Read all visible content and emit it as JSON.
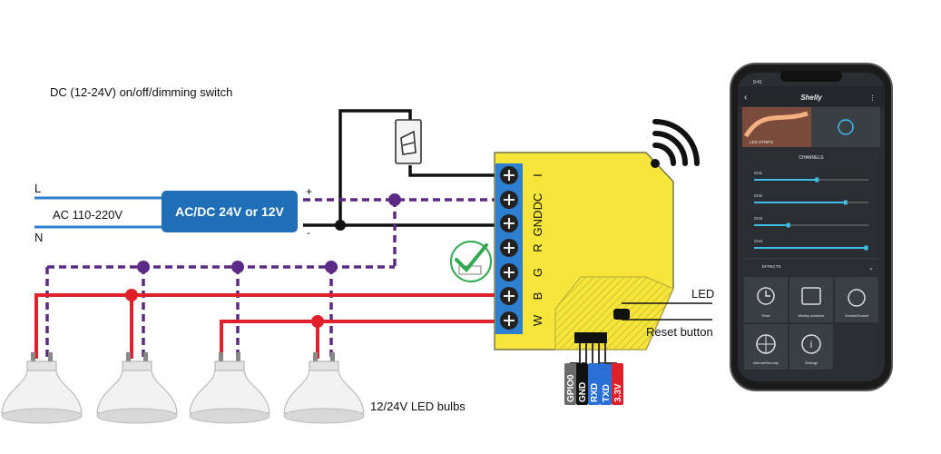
{
  "switch_label": "DC (12-24V) on/off/dimming switch",
  "mains": {
    "l": "L",
    "n": "N",
    "ac": "AC 110-220V"
  },
  "psu": {
    "label": "AC/DC 24V or 12V",
    "plus": "+",
    "minus": "-"
  },
  "terminals": [
    "I",
    "DC",
    "GND",
    "R",
    "G",
    "B",
    "W"
  ],
  "led_label": "LED",
  "reset_label": "Reset button",
  "header_pins": [
    {
      "label": "GPIO0",
      "color": "#6b6b6b"
    },
    {
      "label": "GND",
      "color": "#111111"
    },
    {
      "label": "RXD",
      "color": "#2a6fd6"
    },
    {
      "label": "TXD",
      "color": "#2a6fd6"
    },
    {
      "label": "3.3V",
      "color": "#e0202a"
    }
  ],
  "bulbs_label": "12/24V LED bulbs",
  "colors": {
    "dc_black": "#111111",
    "dc_plus": "#5b2a86",
    "red": "#e0202a",
    "blue": "#2f7fd0",
    "yellow": "#f6e53b",
    "psu": "#1f6fb8"
  },
  "phone": {
    "time": "9:41",
    "brand": "Shelly",
    "tile": "LED STRIPS",
    "section": "CHANNELS",
    "channels": [
      {
        "name": "CH1",
        "level": 0.55
      },
      {
        "name": "CH2",
        "level": 0.8
      },
      {
        "name": "CH3",
        "level": 0.3
      },
      {
        "name": "CH4",
        "level": 0.98
      }
    ],
    "effects": "EFFECTS",
    "tiles": [
      "Timer",
      "Weekly schedule",
      "Sunrise/Sunset",
      "Internet/Security",
      "Settings"
    ]
  }
}
